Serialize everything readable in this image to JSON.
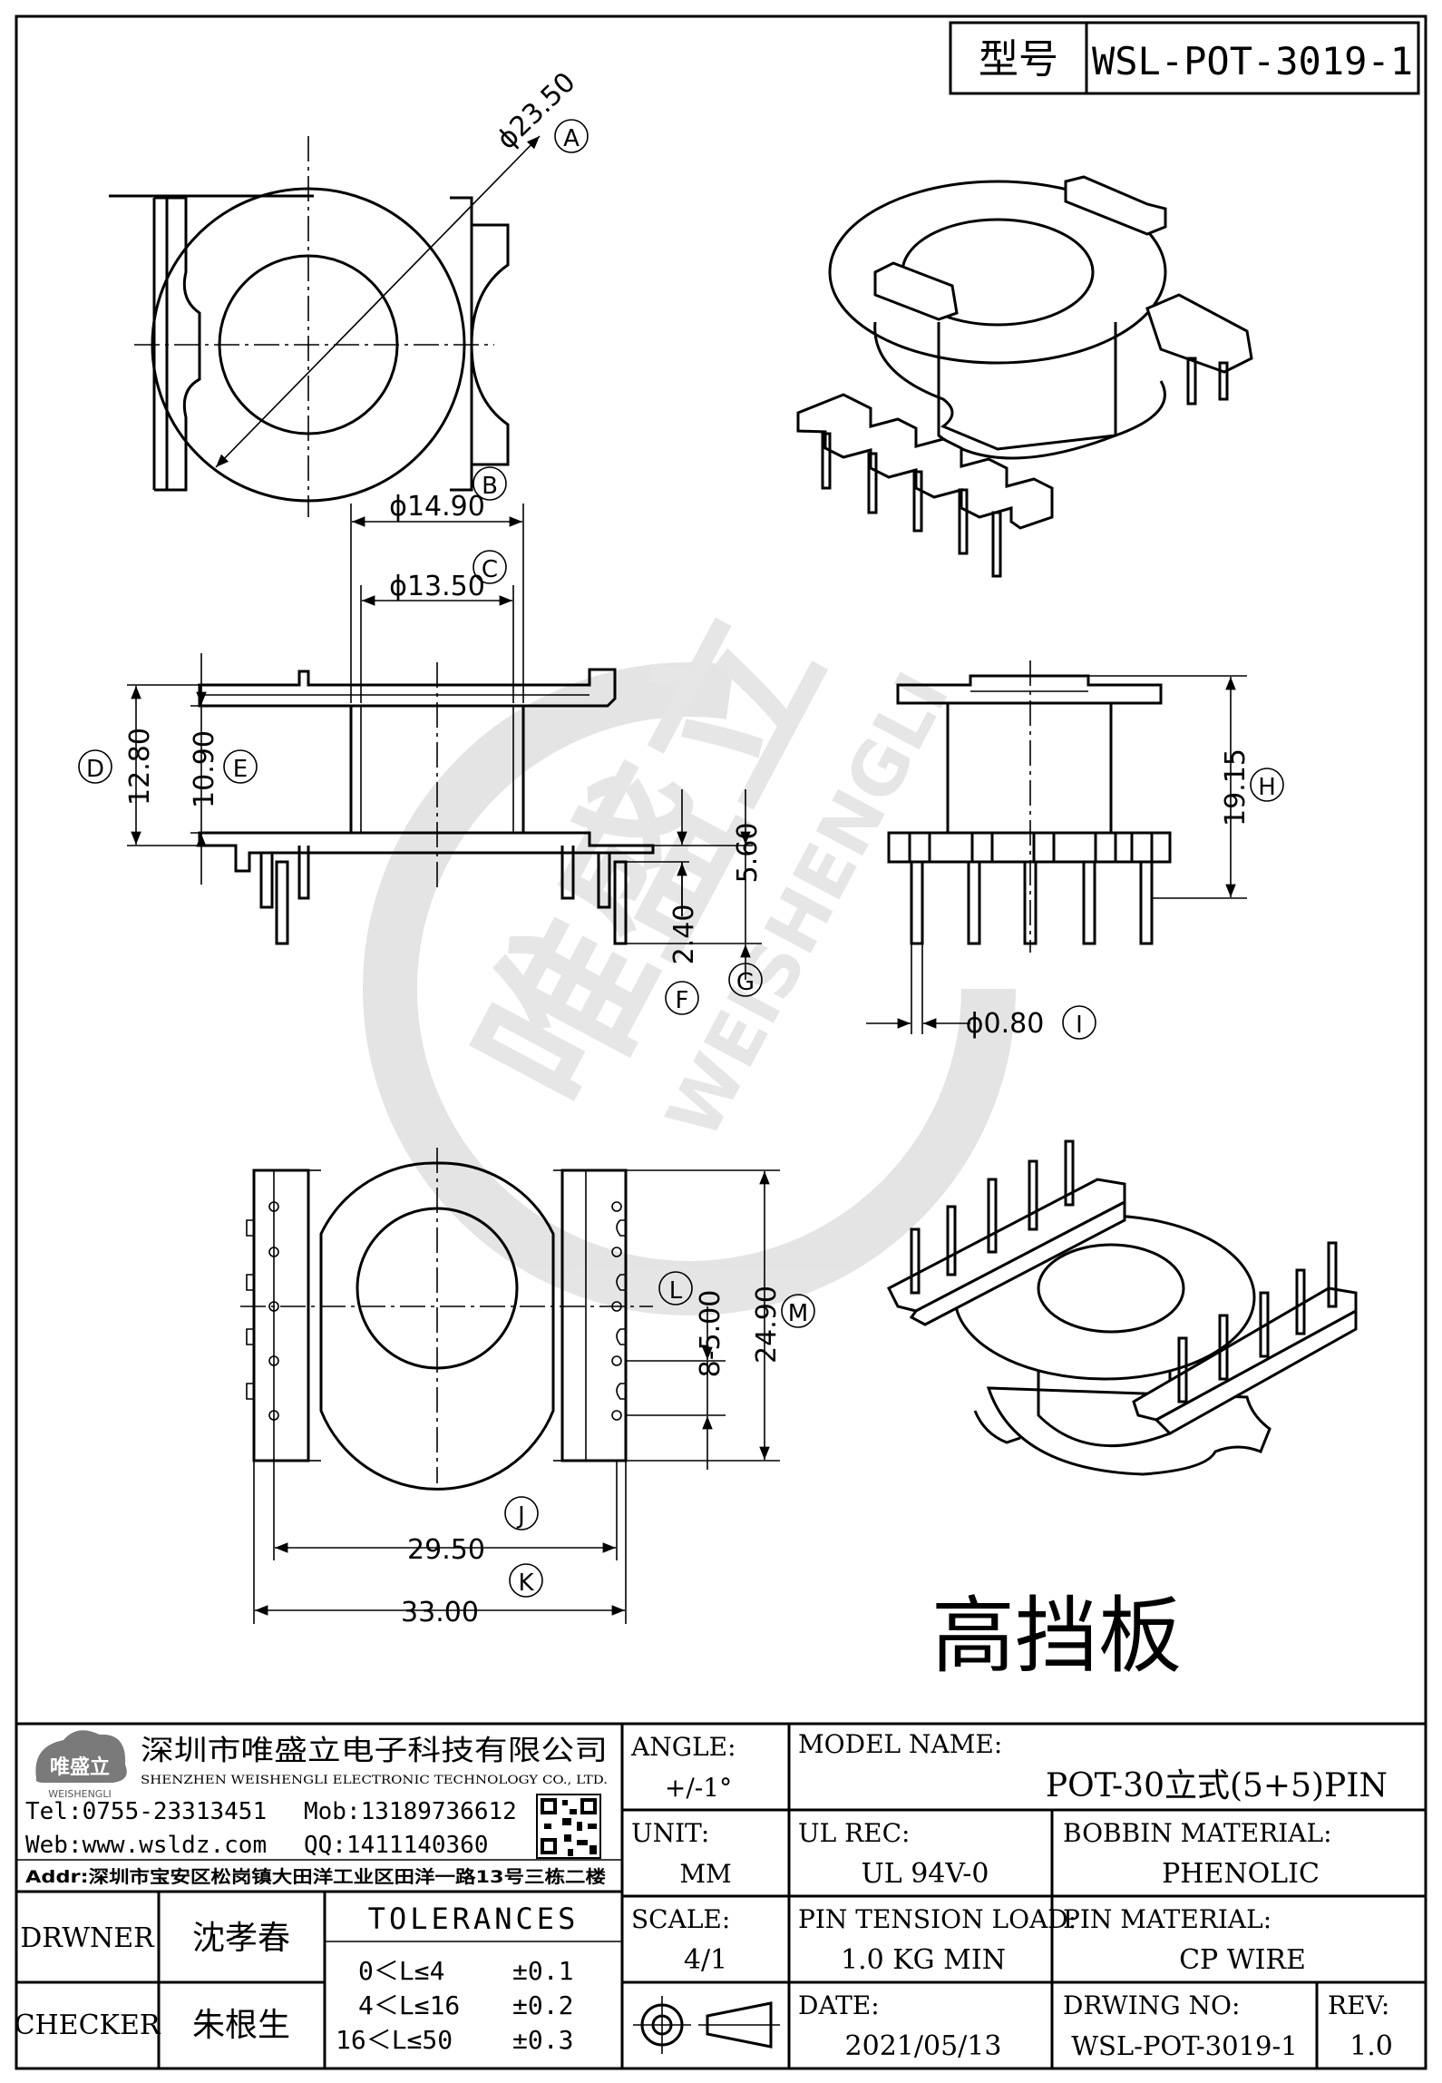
{
  "title_block_top": {
    "type_label": "型号",
    "model_code": "WSL-POT-3019-1"
  },
  "dimensions": {
    "A": {
      "letter": "A",
      "value": "ϕ23.50"
    },
    "B": {
      "letter": "B",
      "value": "ϕ14.90"
    },
    "C": {
      "letter": "C",
      "value": "ϕ13.50"
    },
    "D": {
      "letter": "D",
      "value": "12.80"
    },
    "E": {
      "letter": "E",
      "value": "10.90"
    },
    "F": {
      "letter": "F",
      "value": "2.40"
    },
    "G": {
      "letter": "G",
      "value": "5.60"
    },
    "H": {
      "letter": "H",
      "value": "19.15"
    },
    "I": {
      "letter": "I",
      "value": "ϕ0.80"
    },
    "J": {
      "letter": "J",
      "value": "29.50"
    },
    "K": {
      "letter": "K",
      "value": "33.00"
    },
    "L": {
      "letter": "L",
      "value": "8-5.00"
    },
    "M": {
      "letter": "M",
      "value": "24.90"
    }
  },
  "caption": "高挡板",
  "company": {
    "logo_text": "唯盛立",
    "logo_sub": "WEISHENGLI",
    "name_cn": "深圳市唯盛立电子科技有限公司",
    "name_en": "SHENZHEN WEISHENGLI ELECTRONIC TECHNOLOGY CO., LTD.",
    "tel": "Tel:0755-23313451",
    "mob": "Mob:13189736612",
    "web": "Web:www.wsldz.com",
    "qq": "QQ:1411140360",
    "addr": "Addr:深圳市宝安区松岗镇大田洋工业区田洋一路13号三栋二楼"
  },
  "people": {
    "drawer_label": "DRWNER",
    "drawer_name": "沈孝春",
    "checker_label": "CHECKER",
    "checker_name": "朱根生"
  },
  "tolerances": {
    "title": "TOLERANCES",
    "rows": [
      {
        "range": "0＜L≤4",
        "tol": "±0.1"
      },
      {
        "range": "4＜L≤16",
        "tol": "±0.2"
      },
      {
        "range": "16＜L≤50",
        "tol": "±0.3"
      }
    ]
  },
  "spec": {
    "angle_label": "ANGLE:",
    "angle_value": "+/-1°",
    "unit_label": "UNIT:",
    "unit_value": "MM",
    "scale_label": "SCALE:",
    "scale_value": "4/1",
    "model_name_label": "MODEL NAME:",
    "model_name_value": "POT-30立式(5+5)PIN",
    "ul_label": "UL REC:",
    "ul_value": "UL 94V-0",
    "bobbin_label": "BOBBIN MATERIAL:",
    "bobbin_value": "PHENOLIC",
    "pin_tension_label": "PIN TENSION LOAD:",
    "pin_tension_value": "1.0 KG MIN",
    "pin_material_label": "PIN MATERIAL:",
    "pin_material_value": "CP WIRE",
    "date_label": "DATE:",
    "date_value": "2021/05/13",
    "drawing_no_label": "DRWING NO:",
    "drawing_no_value": "WSL-POT-3019-1",
    "rev_label": "REV:",
    "rev_value": "1.0"
  }
}
